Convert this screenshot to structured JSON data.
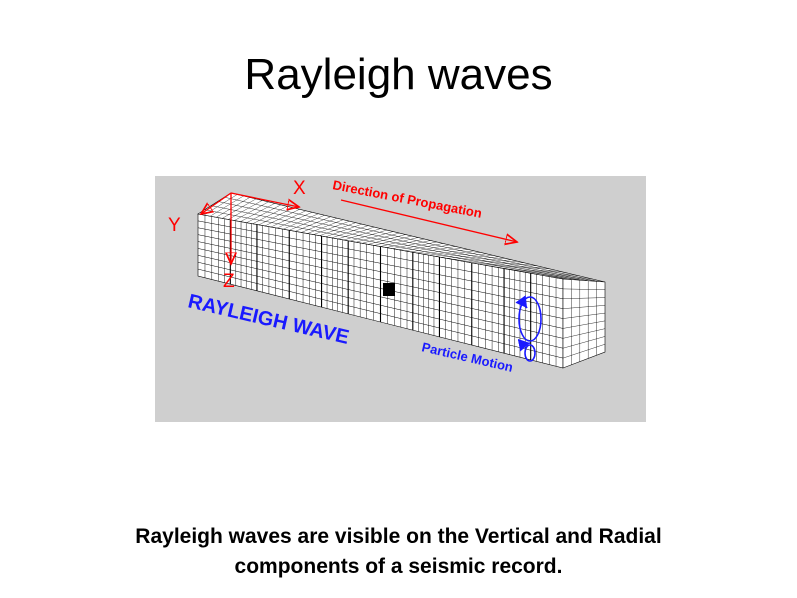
{
  "slide": {
    "title": "Rayleigh waves",
    "caption_line1": "Rayleigh waves are visible on the Vertical and Radial",
    "caption_line2": "components of a seismic record."
  },
  "figure": {
    "axis_x": "X",
    "axis_y": "Y",
    "axis_z": "Z",
    "direction_label": "Direction of Propagation",
    "wave_label": "RAYLEIGH WAVE",
    "motion_label": "Particle Motion"
  },
  "colors": {
    "axis": "#ff0000",
    "blue_text": "#1a1aff",
    "background": "#cfcfcf"
  }
}
